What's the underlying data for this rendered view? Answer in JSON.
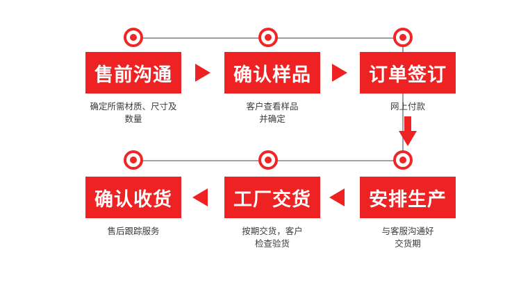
{
  "diagram": {
    "title_colors": {
      "box_red": "#ee2222",
      "node_red": "#ef2626",
      "line_gray": "#9aa0a6",
      "caption_gray": "#3a3a3a"
    },
    "steps": [
      {
        "id": "step-1",
        "label": "售前沟通",
        "caption": "确定所需材质、尺寸及\n数量"
      },
      {
        "id": "step-2",
        "label": "确认样品",
        "caption": "客户查看样品\n并确定"
      },
      {
        "id": "step-3",
        "label": "订单签订",
        "caption": "网上付款"
      },
      {
        "id": "step-4",
        "label": "安排生产",
        "caption": "与客服沟通好\n交货期"
      },
      {
        "id": "step-5",
        "label": "工厂交货",
        "caption": "按期交货，客户\n检查验货"
      },
      {
        "id": "step-6",
        "label": "确认收货",
        "caption": "售后跟踪服务"
      }
    ]
  }
}
